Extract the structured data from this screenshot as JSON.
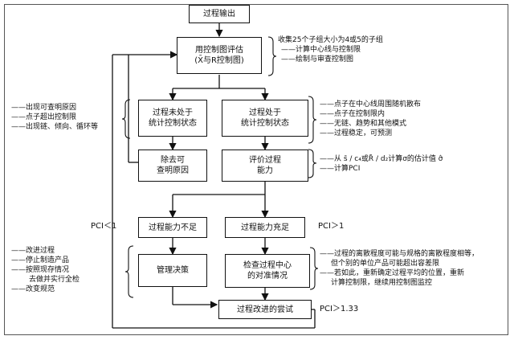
{
  "boxes": {
    "process_output": "过程输出",
    "evaluate_control_chart": [
      "用控制图评估",
      "(X̄与R控制图)"
    ],
    "out_of_control": [
      "过程未处于",
      "统计控制状态"
    ],
    "in_control": [
      "过程处于",
      "统计控制状态"
    ],
    "remove_causes": [
      "除去可",
      "查明原因"
    ],
    "evaluate_capability": [
      "评价过程",
      "能力"
    ],
    "capability_insufficient": "过程能力不足",
    "capability_sufficient": "过程能力充足",
    "management_decision": "管理决策",
    "check_centering": [
      "检查过程中心",
      "的对准情况"
    ],
    "improvement_attempt": "过程改进的尝试"
  },
  "notes": {
    "collect": [
      "收集25个子组大小为4或5的子组",
      "——计算中心线与控制限",
      "——绘制与审查控制图"
    ],
    "special_causes": [
      "——出现可查明原因",
      "——点子超出控制限",
      "——出现链、倾向、循环等"
    ],
    "random": [
      "——点子在中心线周围随机散布",
      "——点子在控制限内",
      "——无链、趋势和其他模式",
      "——过程稳定，可预测"
    ],
    "estimate": [
      "——从 s̄ / c₄或R̄ / d₂计算σ的估计值 σ̂",
      "——计算PCI"
    ],
    "pci_low": "PCI＜1",
    "pci_high": "PCI＞1",
    "actions": [
      "——改进过程",
      "——停止制造产品",
      "——按照现存情况",
      "去做并实行全检",
      "——改变规范"
    ],
    "centering": [
      "——过程的离散程度可能与规格的离散程度相等，",
      "但个别的单位产品可能超出容差限",
      "——若如此，重新确定过程平均的位置，重新",
      "计算控制限，继续用控制图监控"
    ],
    "pci_target": "PCI＞1.33"
  }
}
